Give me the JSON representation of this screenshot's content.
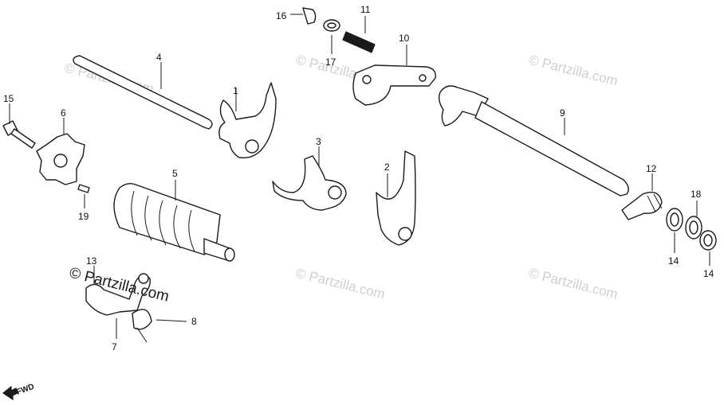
{
  "colors": {
    "line": "#1a1a1a",
    "background": "#ffffff",
    "watermark": "#cfcfcf"
  },
  "watermarks": [
    {
      "id": "wm-1",
      "text": "© Partzilla.com"
    },
    {
      "id": "wm-2",
      "text": "© Partzilla.com"
    },
    {
      "id": "wm-3",
      "text": "© Partzilla.com"
    },
    {
      "id": "wm-4",
      "text": "© Partzilla.com"
    },
    {
      "id": "wm-5",
      "text": "© Partzilla.com"
    },
    {
      "id": "wm-main",
      "text": "© Partzilla.com"
    }
  ],
  "fwd_label": "FWD",
  "callouts": {
    "p1": "1",
    "p2": "2",
    "p3": "3",
    "p4": "4",
    "p5": "5",
    "p6": "6",
    "p7": "7",
    "p8": "8",
    "p9": "9",
    "p10": "10",
    "p11": "11",
    "p12": "12",
    "p13": "13",
    "p14a": "14",
    "p14b": "14",
    "p15": "15",
    "p16": "16",
    "p17": "17",
    "p18": "18",
    "p19": "19"
  }
}
